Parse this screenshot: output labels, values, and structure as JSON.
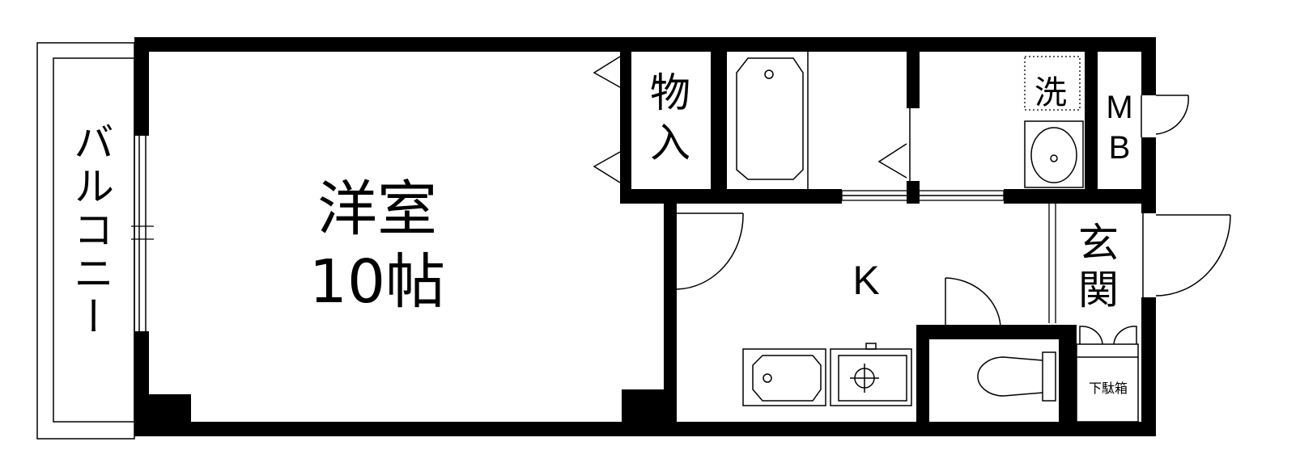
{
  "rooms": {
    "balcony": "バルコニー",
    "western_room": "洋室",
    "western_room_size": "10帖",
    "storage_line1": "物",
    "storage_line2": "入",
    "laundry": "洗",
    "meter_box_line1": "M",
    "meter_box_line2": "B",
    "kitchen": "K",
    "entrance_line1": "玄",
    "entrance_line2": "関",
    "shoe_box": "下駄箱"
  },
  "colors": {
    "wall": "#000000",
    "background": "#ffffff"
  }
}
